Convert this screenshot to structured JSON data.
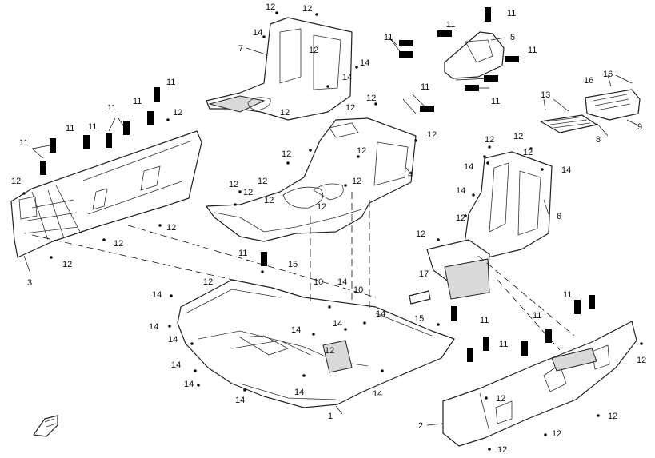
{
  "diagram": {
    "labels": {
      "l1": "1",
      "l2": "2",
      "l3": "3",
      "l4": "4",
      "l5": "5",
      "l6": "6",
      "l7": "7",
      "l8": "8",
      "l9": "9",
      "l10": "10",
      "l11": "11",
      "l12": "12",
      "l13": "13",
      "l14": "14",
      "l15": "15",
      "l16": "16",
      "l17": "17"
    },
    "icons": [
      "screw-icon",
      "direction-arrow-icon"
    ],
    "colors": {
      "line": "#111111",
      "shade": "#d9d9d9",
      "background": "#ffffff"
    }
  }
}
